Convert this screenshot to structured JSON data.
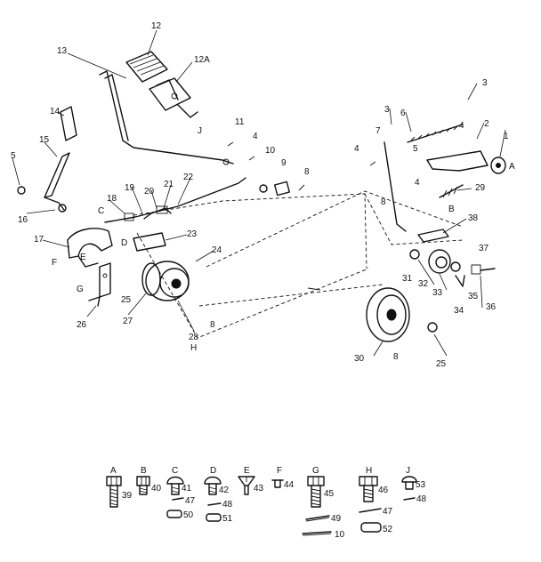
{
  "callouts": [
    "1",
    "2",
    "3",
    "3",
    "4",
    "4",
    "4",
    "4",
    "5",
    "5",
    "6",
    "7",
    "8",
    "8",
    "8",
    "8",
    "9",
    "10",
    "11",
    "12",
    "12A",
    "13",
    "14",
    "15",
    "16",
    "17",
    "18",
    "19",
    "20",
    "21",
    "22",
    "23",
    "24",
    "25",
    "25",
    "26",
    "27",
    "28",
    "29",
    "30",
    "31",
    "32",
    "33",
    "34",
    "35",
    "36",
    "37",
    "38"
  ],
  "reference_letters": [
    "A",
    "B",
    "C",
    "D",
    "E",
    "F",
    "G",
    "H",
    "J",
    "A",
    "B",
    "C",
    "D",
    "E",
    "F",
    "G",
    "H",
    "J"
  ],
  "hardware_key": [
    {
      "letter": "A",
      "parts": [
        "39"
      ]
    },
    {
      "letter": "B",
      "parts": [
        "40"
      ]
    },
    {
      "letter": "C",
      "parts": [
        "41",
        "47",
        "50"
      ]
    },
    {
      "letter": "D",
      "parts": [
        "42",
        "48",
        "51"
      ]
    },
    {
      "letter": "E",
      "parts": [
        "43"
      ]
    },
    {
      "letter": "F",
      "parts": [
        "44"
      ]
    },
    {
      "letter": "G",
      "parts": [
        "45",
        "49",
        "10"
      ]
    },
    {
      "letter": "H",
      "parts": [
        "46",
        "47",
        "52"
      ]
    },
    {
      "letter": "J",
      "parts": [
        "53",
        "48"
      ]
    }
  ]
}
